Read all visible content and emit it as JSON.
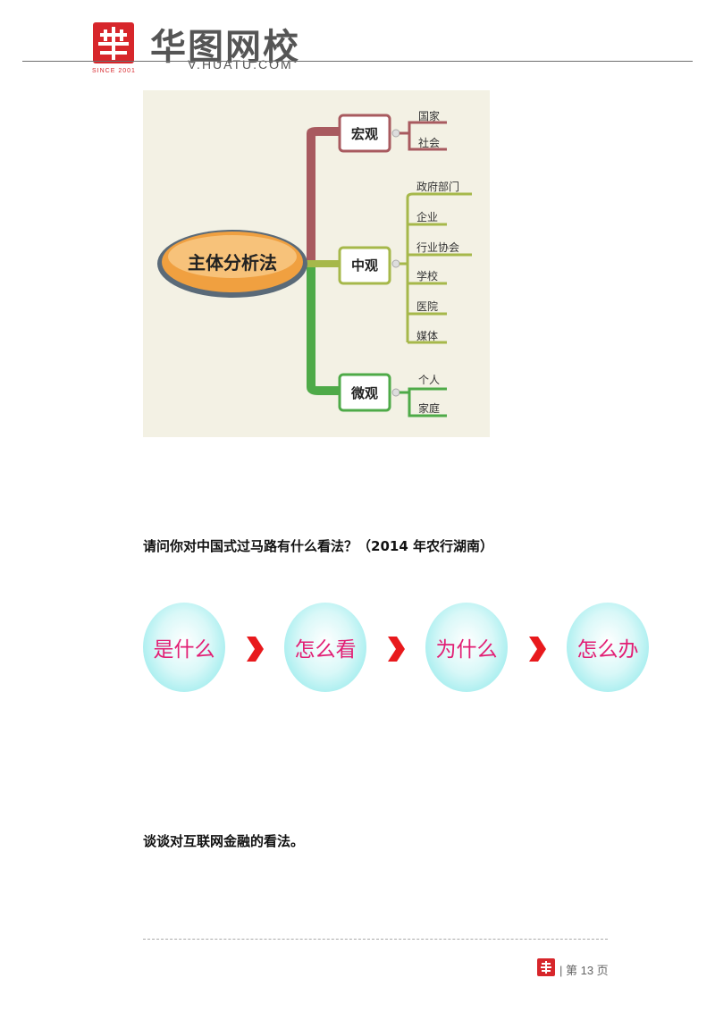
{
  "header": {
    "brand_name": "华图网校",
    "brand_url": "V.HUATU.COM",
    "since_text": "SINCE 2001",
    "brand_color": "#d7262b"
  },
  "mindmap": {
    "root": "主体分析法",
    "branches": [
      {
        "label": "宏观",
        "color": "#a85a5f",
        "leaves": [
          "国家",
          "社会"
        ]
      },
      {
        "label": "中观",
        "color": "#a6b84a",
        "leaves": [
          "政府部门",
          "企业",
          "行业协会",
          "学校",
          "医院",
          "媒体"
        ]
      },
      {
        "label": "微观",
        "color": "#4eaa48",
        "leaves": [
          "个人",
          "家庭"
        ]
      }
    ]
  },
  "question1": "请问你对中国式过马路有什么看法？（2014 年农行湖南）",
  "flow": {
    "steps": [
      "是什么",
      "怎么看",
      "为什么",
      "怎么办"
    ],
    "text_color": "#e21e74",
    "arrow_color": "#e8191c"
  },
  "question2": "谈谈对互联网金融的看法。",
  "footer": {
    "page_label": "| 第 13 页"
  }
}
